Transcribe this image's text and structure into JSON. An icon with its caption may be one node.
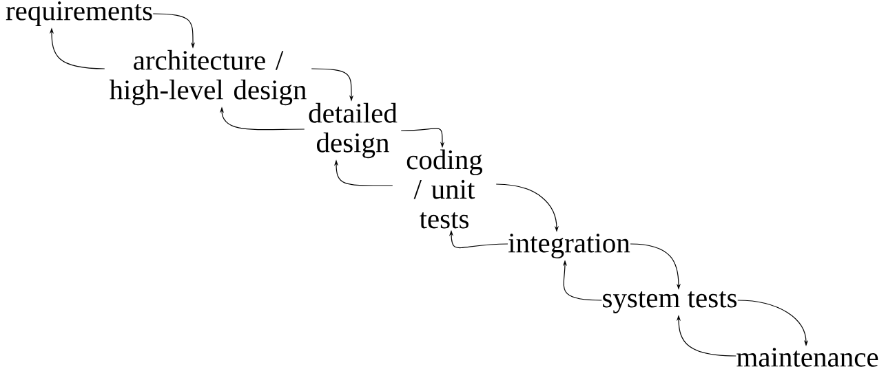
{
  "diagram": {
    "nodes": [
      {
        "text": [
          "requirements"
        ]
      },
      {
        "text": [
          "architecture / high-level design"
        ]
      },
      {
        "text": [
          "detailed design"
        ]
      },
      {
        "text": [
          "coding / unit tests"
        ]
      },
      {
        "text": [
          "integration"
        ]
      },
      {
        "text": [
          "system tests"
        ]
      },
      {
        "text": [
          "maintenance"
        ]
      }
    ],
    "edges": [
      {
        "from": 0,
        "to": 1,
        "arrow": "to"
      },
      {
        "from": 1,
        "to": 0,
        "arrow": "to"
      },
      {
        "from": 1,
        "to": 2,
        "arrow": "to"
      },
      {
        "from": 2,
        "to": 1,
        "arrow": "to"
      },
      {
        "from": 2,
        "to": 3,
        "arrow": "to"
      },
      {
        "from": 3,
        "to": 2,
        "arrow": "to"
      },
      {
        "from": 3,
        "to": 4,
        "arrow": "to"
      },
      {
        "from": 4,
        "to": 3,
        "arrow": "to"
      },
      {
        "from": 4,
        "to": 5,
        "arrow": "to"
      },
      {
        "from": 5,
        "to": 4,
        "arrow": "to"
      },
      {
        "from": 5,
        "to": 6,
        "arrow": "to"
      },
      {
        "from": 6,
        "to": 5,
        "arrow": "to"
      }
    ]
  }
}
